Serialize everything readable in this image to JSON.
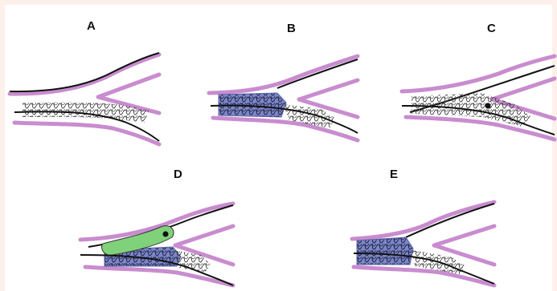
{
  "colors": {
    "background": "#fdf0ea",
    "card": "#ffffff",
    "vessel_wall": "#c98ccf",
    "wire": "#111111",
    "stent_mesh": "#333333",
    "deployed_stent_fill": "#7b86c8",
    "balloon_fill": "#7fd17a"
  },
  "panels": [
    {
      "label": "A"
    },
    {
      "label": "B"
    },
    {
      "label": "C"
    },
    {
      "label": "D"
    },
    {
      "label": "E"
    }
  ]
}
